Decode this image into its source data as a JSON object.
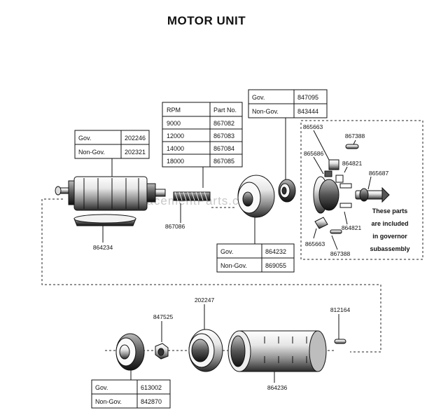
{
  "title": "MOTOR UNIT",
  "watermark": "eReplacementParts.com",
  "tables": {
    "rpm": {
      "headers": [
        "RPM",
        "Part No."
      ],
      "rows": [
        [
          "9000",
          "867082"
        ],
        [
          "12000",
          "867083"
        ],
        [
          "14000",
          "867084"
        ],
        [
          "18000",
          "867085"
        ]
      ]
    },
    "armature": {
      "rows": [
        [
          "Gov.",
          "202246"
        ],
        [
          "Non-Gov.",
          "202321"
        ]
      ]
    },
    "bearing_top": {
      "rows": [
        [
          "Gov.",
          "847095"
        ],
        [
          "Non-Gov.",
          "843444"
        ]
      ]
    },
    "end_bell": {
      "rows": [
        [
          "Gov.",
          "864232"
        ],
        [
          "Non-Gov.",
          "869055"
        ]
      ]
    },
    "bearing_bottom": {
      "rows": [
        [
          "Gov.",
          "613002"
        ],
        [
          "Non-Gov.",
          "842870"
        ]
      ]
    }
  },
  "part_labels": {
    "armature_base": "864234",
    "spring": "867086",
    "gov_865663_top": "865663",
    "gov_867388_top": "867388",
    "gov_865686": "865686",
    "gov_864821_top": "864821",
    "gov_865687": "865687",
    "gov_864821_bottom": "864821",
    "gov_865663_bottom": "865663",
    "gov_867388_bottom": "867388",
    "nut": "847525",
    "ring": "202247",
    "pin": "812164",
    "housing": "864236"
  },
  "governor_note": [
    "These parts",
    "are included",
    "in governor",
    "subassembly"
  ],
  "colors": {
    "line": "#111111",
    "watermark": "#c8c8c8"
  }
}
